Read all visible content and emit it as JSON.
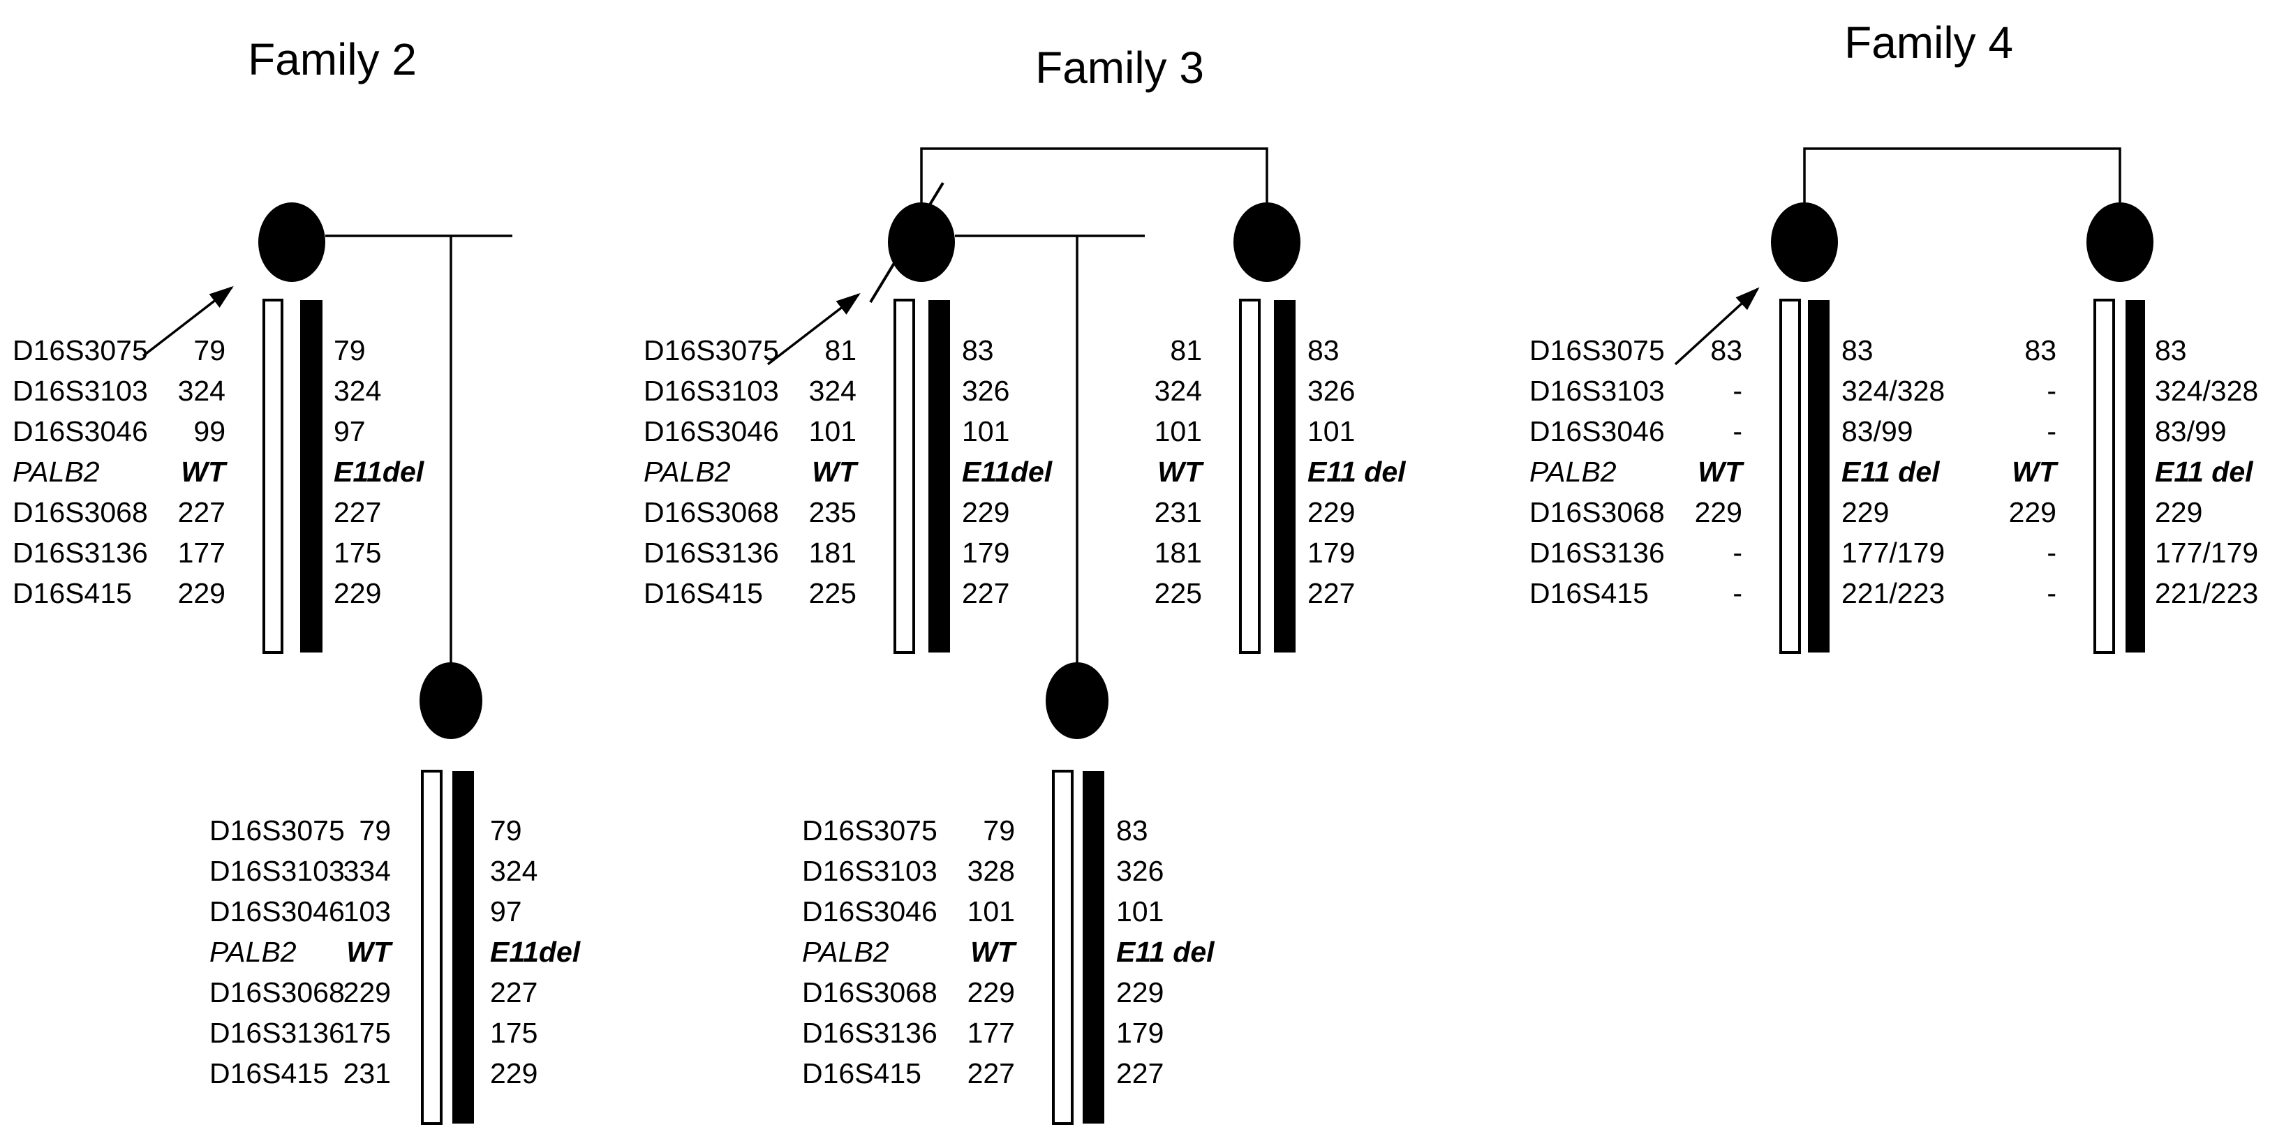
{
  "figure": {
    "description_colors": {
      "wt_bar_fill": "#ffffff",
      "mutant_bar_fill": "#000000",
      "line_color": "#000000"
    },
    "marker_names": [
      "D16S3075",
      "D16S3103",
      "D16S3046",
      "PALB2",
      "D16S3068",
      "D16S3136",
      "D16S415"
    ],
    "families": [
      {
        "title": "Family 2",
        "individuals": [
          {
            "role": "affected-female-proband",
            "rows": [
              {
                "marker": "D16S3075",
                "left": "79",
                "right": "79"
              },
              {
                "marker": "D16S3103",
                "left": "324",
                "right": "324"
              },
              {
                "marker": "D16S3046",
                "left": "99",
                "right": "97"
              },
              {
                "marker": "PALB2",
                "left": "WT",
                "right": "E11del"
              },
              {
                "marker": "D16S3068",
                "left": "227",
                "right": "227"
              },
              {
                "marker": "D16S3136",
                "left": "177",
                "right": "175"
              },
              {
                "marker": "D16S415",
                "left": "229",
                "right": "229"
              }
            ]
          },
          {
            "role": "affected-female-daughter",
            "rows": [
              {
                "marker": "D16S3075",
                "left": "79",
                "right": "79"
              },
              {
                "marker": "D16S3103",
                "left": "334",
                "right": "324"
              },
              {
                "marker": "D16S3046",
                "left": "103",
                "right": "97"
              },
              {
                "marker": "PALB2",
                "left": "WT",
                "right": "E11del"
              },
              {
                "marker": "D16S3068",
                "left": "229",
                "right": "227"
              },
              {
                "marker": "D16S3136",
                "left": "175",
                "right": "175"
              },
              {
                "marker": "D16S415",
                "left": "231",
                "right": "229"
              }
            ]
          }
        ]
      },
      {
        "title": "Family 3",
        "individuals": [
          {
            "role": "affected-female-proband-deceased",
            "rows": [
              {
                "marker": "D16S3075",
                "left": "81",
                "right": "83"
              },
              {
                "marker": "D16S3103",
                "left": "324",
                "right": "326"
              },
              {
                "marker": "D16S3046",
                "left": "101",
                "right": "101"
              },
              {
                "marker": "PALB2",
                "left": "WT",
                "right": "E11del"
              },
              {
                "marker": "D16S3068",
                "left": "235",
                "right": "229"
              },
              {
                "marker": "D16S3136",
                "left": "181",
                "right": "179"
              },
              {
                "marker": "D16S415",
                "left": "225",
                "right": "227"
              }
            ]
          },
          {
            "role": "affected-female-sister",
            "rows": [
              {
                "left": "81",
                "right": "83"
              },
              {
                "left": "324",
                "right": "326"
              },
              {
                "left": "101",
                "right": "101"
              },
              {
                "left": "WT",
                "right": "E11 del"
              },
              {
                "left": "231",
                "right": "229"
              },
              {
                "left": "181",
                "right": "179"
              },
              {
                "left": "225",
                "right": "227"
              }
            ]
          },
          {
            "role": "affected-female-daughter",
            "rows": [
              {
                "marker": "D16S3075",
                "left": "79",
                "right": "83"
              },
              {
                "marker": "D16S3103",
                "left": "328",
                "right": "326"
              },
              {
                "marker": "D16S3046",
                "left": "101",
                "right": "101"
              },
              {
                "marker": "PALB2",
                "left": "WT",
                "right": "E11 del"
              },
              {
                "marker": "D16S3068",
                "left": "229",
                "right": "229"
              },
              {
                "marker": "D16S3136",
                "left": "177",
                "right": "179"
              },
              {
                "marker": "D16S415",
                "left": "227",
                "right": "227"
              }
            ]
          }
        ]
      },
      {
        "title": "Family 4",
        "individuals": [
          {
            "role": "affected-female-proband",
            "rows": [
              {
                "marker": "D16S3075",
                "left": "83",
                "right": "83"
              },
              {
                "marker": "D16S3103",
                "left": "-",
                "right": "324/328"
              },
              {
                "marker": "D16S3046",
                "left": "-",
                "right": "83/99"
              },
              {
                "marker": "PALB2",
                "left": "WT",
                "right": "E11 del"
              },
              {
                "marker": "D16S3068",
                "left": "229",
                "right": "229"
              },
              {
                "marker": "D16S3136",
                "left": "-",
                "right": "177/179"
              },
              {
                "marker": "D16S415",
                "left": "-",
                "right": "221/223"
              }
            ]
          },
          {
            "role": "affected-female-sister",
            "rows": [
              {
                "left": "83",
                "right": "83"
              },
              {
                "left": "-",
                "right": "324/328"
              },
              {
                "left": "-",
                "right": "83/99"
              },
              {
                "left": "WT",
                "right": "E11 del"
              },
              {
                "left": "229",
                "right": "229"
              },
              {
                "left": "-",
                "right": "177/179"
              },
              {
                "left": "-",
                "right": "221/223"
              }
            ]
          }
        ]
      }
    ]
  }
}
